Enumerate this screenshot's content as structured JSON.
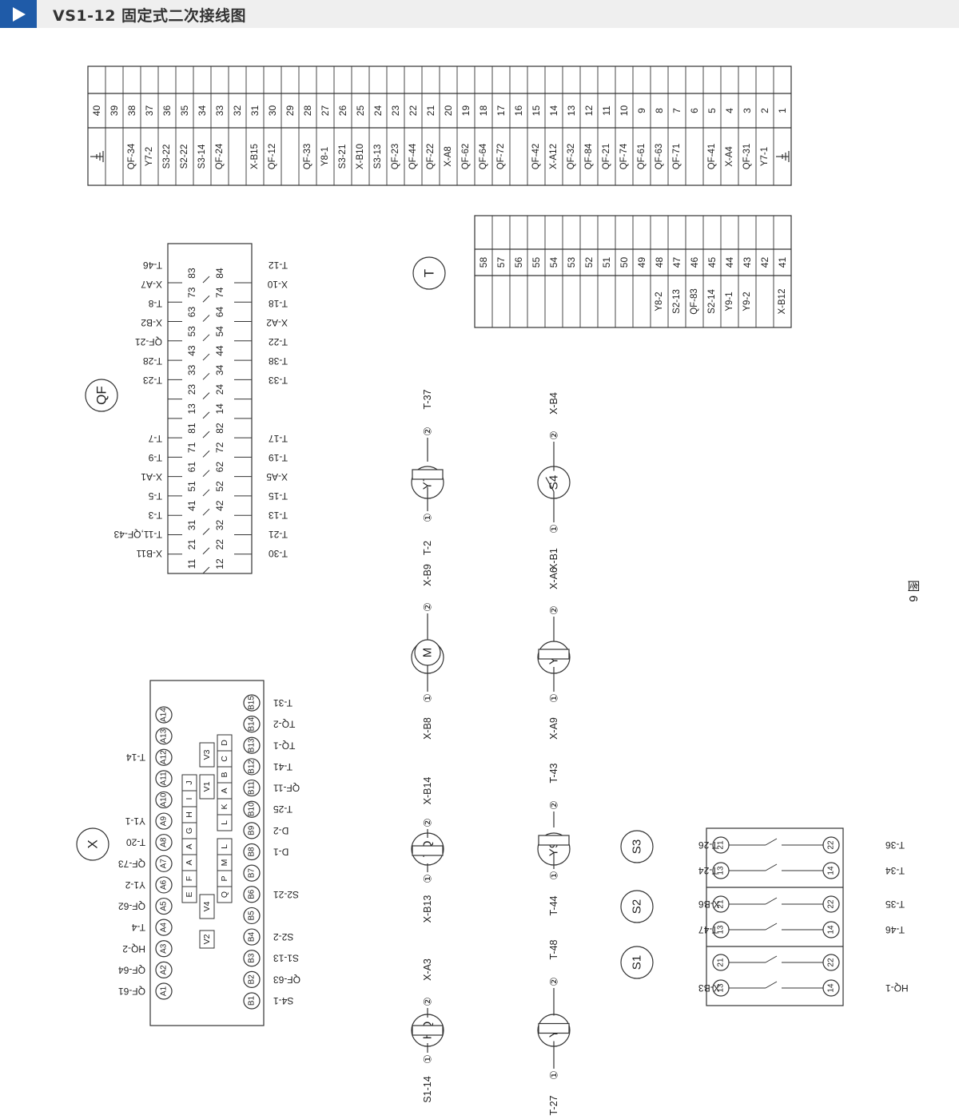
{
  "header": {
    "title": "VS1-12 固定式二次接线图"
  },
  "figure_label": "图 6",
  "terminal_top": {
    "numbers": [
      "40",
      "39",
      "38",
      "37",
      "36",
      "35",
      "34",
      "33",
      "32",
      "31",
      "30",
      "29",
      "28",
      "27",
      "26",
      "25",
      "24",
      "23",
      "22",
      "21",
      "20",
      "19",
      "18",
      "17",
      "16",
      "15",
      "14",
      "13",
      "12",
      "11",
      "10",
      "9",
      "8",
      "7",
      "6",
      "5",
      "4",
      "3",
      "2",
      "1"
    ],
    "labels": [
      "⊥",
      "",
      "QF-34",
      "Y7-2",
      "S3-22",
      "S2-22",
      "S3-14",
      "QF-24",
      "",
      "X-B15",
      "QF-12",
      "",
      "QF-33",
      "Y8-1",
      "S3-21",
      "X-B10",
      "S3-13",
      "QF-23",
      "QF-44",
      "QF-22",
      "X-A8",
      "QF-62",
      "QF-64",
      "QF-72",
      "",
      "QF-42",
      "X-A12",
      "QF-32",
      "QF-84",
      "QF-21",
      "QF-74",
      "QF-61",
      "QF-63",
      "QF-71",
      "",
      "QF-41",
      "X-A4",
      "QF-31",
      "Y7-1",
      "⊥"
    ]
  },
  "terminal_t": {
    "name": "T",
    "numbers": [
      "58",
      "57",
      "56",
      "55",
      "54",
      "53",
      "52",
      "51",
      "50",
      "49",
      "48",
      "47",
      "46",
      "45",
      "44",
      "43",
      "42",
      "41"
    ],
    "labels": [
      "",
      "",
      "",
      "",
      "",
      "",
      "",
      "",
      "",
      "",
      "Y8-2",
      "S2-13",
      "QF-83",
      "S2-14",
      "Y9-1",
      "Y9-2",
      "",
      "X-B12"
    ]
  },
  "qf": {
    "name": "QF",
    "upper": [
      "11",
      "21",
      "31",
      "41",
      "51",
      "61",
      "71",
      "81",
      "13",
      "23",
      "33",
      "43",
      "53",
      "63",
      "73",
      "83"
    ],
    "lower": [
      "12",
      "22",
      "32",
      "42",
      "52",
      "62",
      "72",
      "82",
      "14",
      "24",
      "34",
      "44",
      "54",
      "64",
      "74",
      "84"
    ],
    "left_labels": [
      "X-B11",
      "T-11,QF-43",
      "T-3",
      "T-5",
      "X-A1",
      "T-9",
      "T-7",
      "T-23",
      "T-28",
      "QF-21",
      "X-B2",
      "T-8",
      "X-A7",
      "T-46"
    ],
    "right_labels": [
      "T-30",
      "T-21",
      "T-13",
      "T-15",
      "X-A5",
      "T-19",
      "T-17",
      "T-33",
      "T-38",
      "T-22",
      "X-A2",
      "T-18",
      "X-10",
      "T-12"
    ]
  },
  "x_plug": {
    "name": "X",
    "a_pins": [
      "A1",
      "A2",
      "A3",
      "A4",
      "A5",
      "A6",
      "A7",
      "A8",
      "A9",
      "A10",
      "A11",
      "A12",
      "A13",
      "A14"
    ],
    "b_pins": [
      "B1",
      "B2",
      "B3",
      "B4",
      "B5",
      "B6",
      "B7",
      "B8",
      "B9",
      "B10",
      "B11",
      "B12",
      "B13",
      "B14",
      "B15"
    ],
    "a_labels": [
      "QF-61",
      "QF-64",
      "HQ-2",
      "T-4",
      "QF-62",
      "Y1-2",
      "QF-73",
      "T-20",
      "Y1-1",
      "",
      "",
      "T-14",
      "",
      ""
    ],
    "b_labels": [
      "S4-1",
      "QF-63",
      "S1-13",
      "S2-2",
      "",
      "S2-21",
      "",
      "D-1",
      "D-2",
      "T-25",
      "QF-11",
      "T-41",
      "TQ-1",
      "TQ-2",
      "T-31"
    ],
    "inner": [
      "E",
      "F",
      "A",
      "A",
      "G",
      "H",
      "I",
      "J",
      "Q",
      "P",
      "M",
      "L",
      "L",
      "K",
      "A",
      "B",
      "C",
      "D",
      "V1",
      "V2",
      "V3",
      "V4"
    ]
  },
  "devices": {
    "hq": {
      "name": "HQ",
      "left": "S1-14",
      "right": "X-A3"
    },
    "tq": {
      "name": "TQ",
      "left": "X-B13",
      "right": "X-B14"
    },
    "d": {
      "name": "D",
      "motor": "M",
      "left": "X-B8",
      "right": "X-B9"
    },
    "y7": {
      "name": "Y7",
      "left": "T-2",
      "right": "T-37"
    },
    "y8": {
      "name": "Y8",
      "left": "T-27",
      "right": "T-48"
    },
    "y9": {
      "name": "Y9",
      "left": "T-44",
      "right": "T-43"
    },
    "y1": {
      "name": "Y1",
      "left": "X-A9",
      "right": "X-A6"
    },
    "s4": {
      "name": "S4",
      "left": "X-B1",
      "right": "X-B4"
    },
    "pin1": "①",
    "pin2": "②"
  },
  "switches": {
    "s1": {
      "name": "S1",
      "left_top": "X-B3",
      "left_bot": "",
      "right_top": "HQ-1",
      "right_bot": ""
    },
    "s2": {
      "name": "S2",
      "left_top": "T-47",
      "left_bot": "X-B6",
      "right_top": "T-46",
      "right_bot": "T-35"
    },
    "s3": {
      "name": "S3",
      "left_top": "T-24",
      "left_bot": "T-26",
      "right_top": "T-34",
      "right_bot": "T-36"
    },
    "pins": [
      "13",
      "21",
      "14",
      "22"
    ]
  }
}
